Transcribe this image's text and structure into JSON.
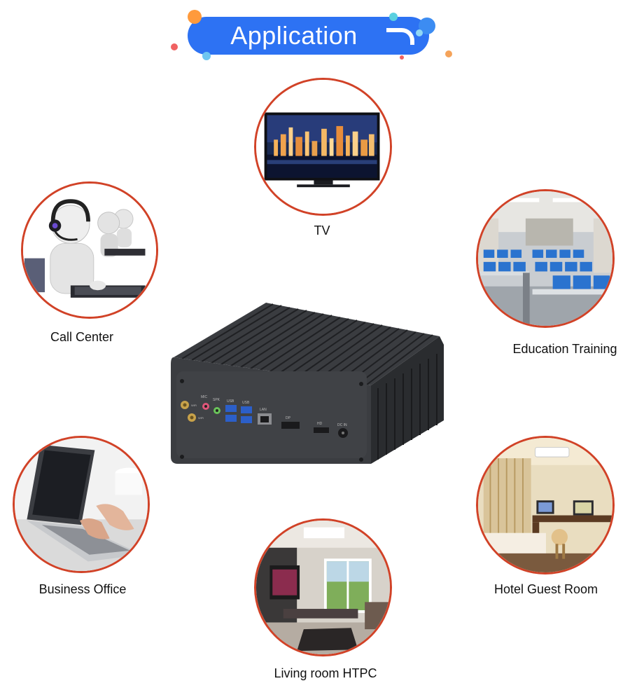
{
  "title": "Application",
  "applications": [
    {
      "id": "tv",
      "label": "TV"
    },
    {
      "id": "call-center",
      "label": "Call Center"
    },
    {
      "id": "education-training",
      "label": "Education Training"
    },
    {
      "id": "business-office",
      "label": "Business Office"
    },
    {
      "id": "hotel-guest-room",
      "label": "Hotel Guest Room"
    },
    {
      "id": "living-room-htpc",
      "label": "Living room HTPC"
    }
  ],
  "device_ports": {
    "mic": "MIC",
    "spk": "SPK",
    "usb1": "USB",
    "usb2": "USB",
    "lan": "LAN",
    "dp": "DP",
    "hd": "HD",
    "dcin": "DC IN",
    "wifi1": "WiFi",
    "wifi2": "WiFi"
  },
  "colors": {
    "banner": "#2d72f3",
    "circle_border": "#d14227",
    "device_body": "#2e3033"
  }
}
